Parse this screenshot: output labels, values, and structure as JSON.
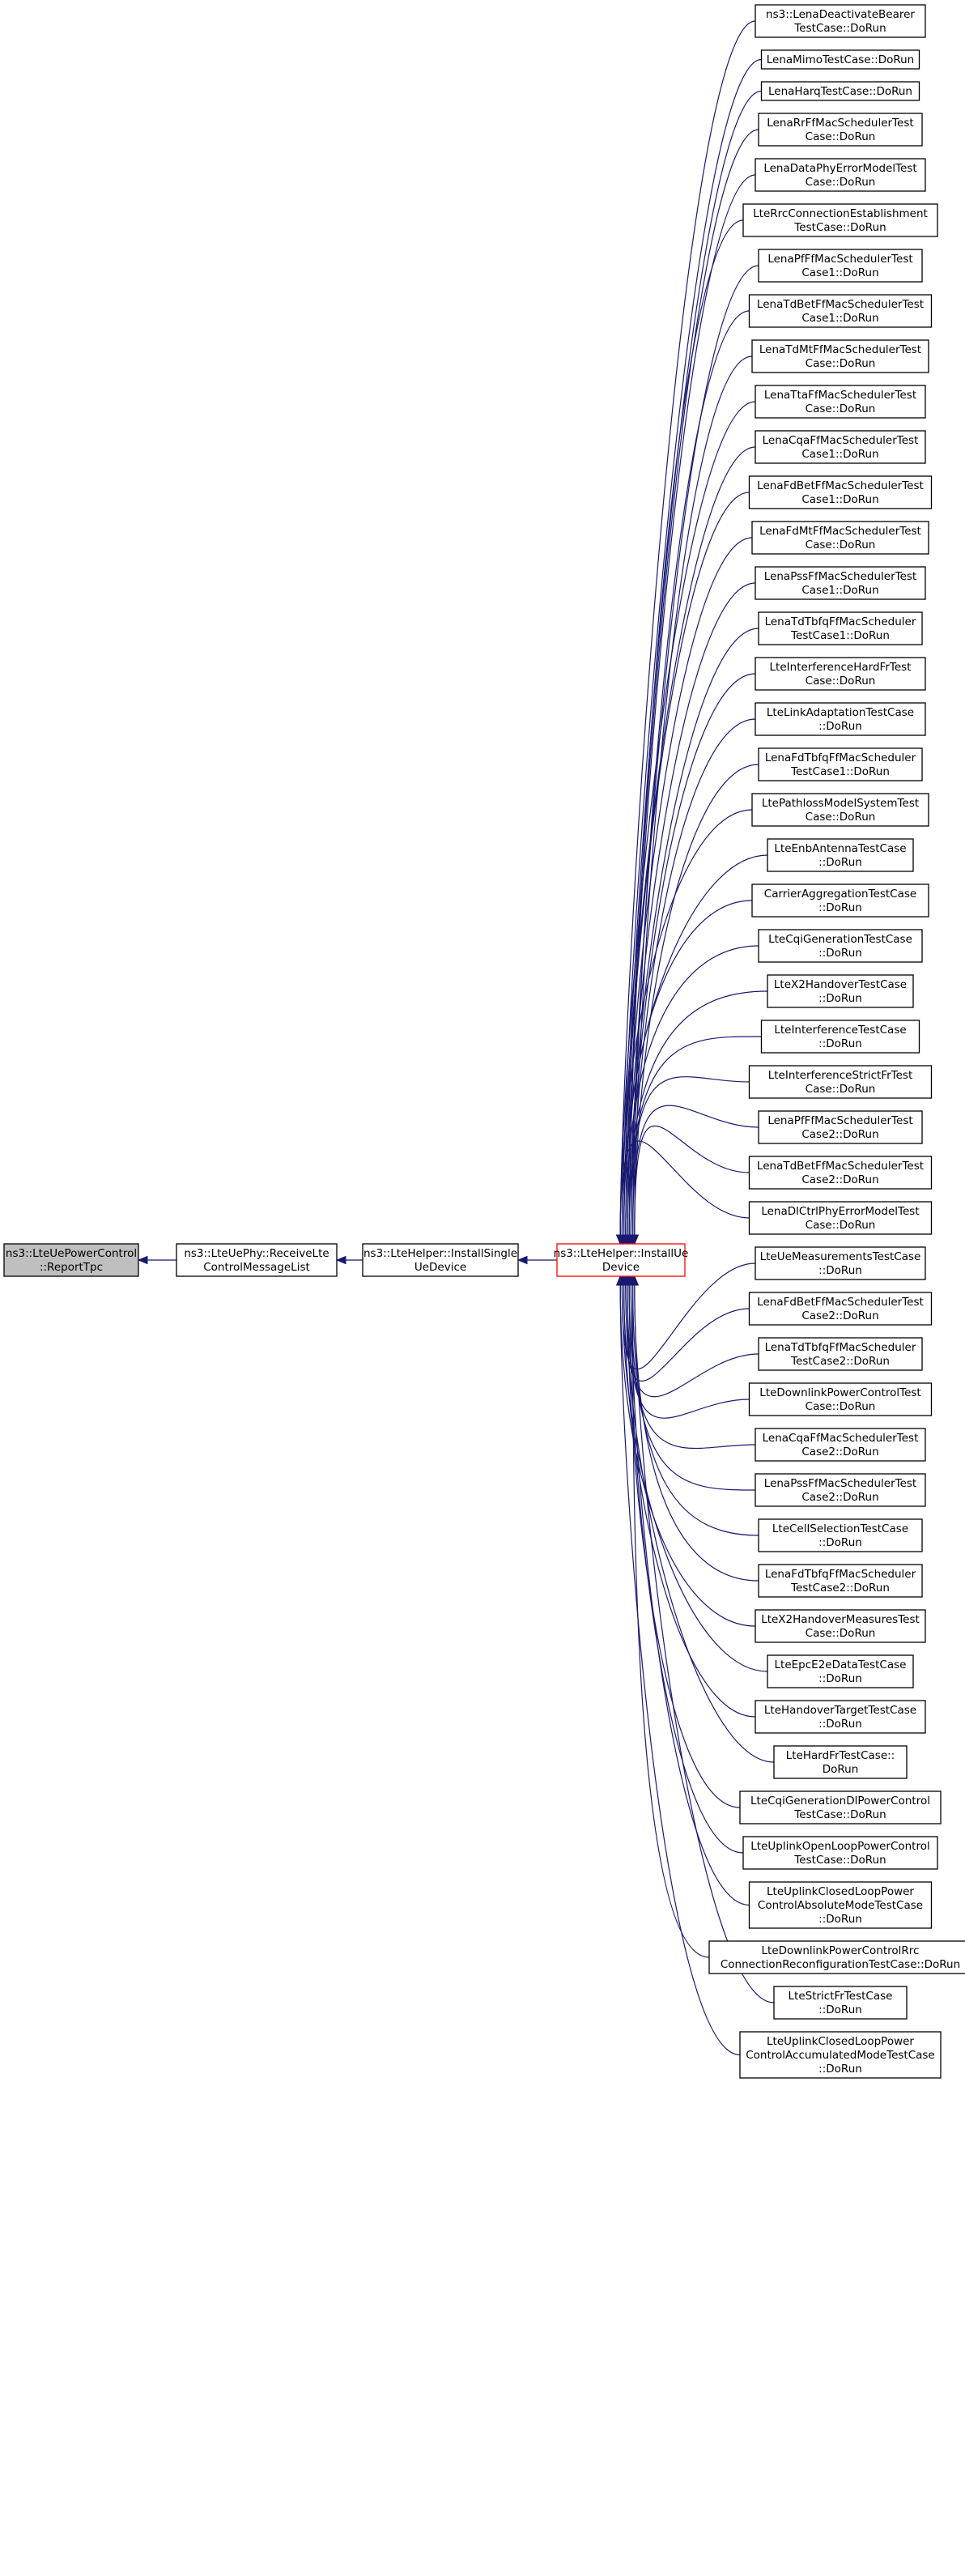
{
  "graph": {
    "colors": {
      "edge": "#191970",
      "root_fill": "#bfbfbf",
      "focus_border": "#ff0000",
      "node_border": "#000000"
    },
    "chain": [
      {
        "id": "report-tpc",
        "lines": [
          "ns3::LteUePowerControl",
          "::ReportTpc"
        ],
        "kind": "root"
      },
      {
        "id": "receive-lte-control-message-list",
        "lines": [
          "ns3::LteUePhy::ReceiveLte",
          "ControlMessageList"
        ],
        "kind": "normal"
      },
      {
        "id": "install-single-ue-device",
        "lines": [
          "ns3::LteHelper::InstallSingle",
          "UeDevice"
        ],
        "kind": "normal"
      },
      {
        "id": "install-ue-device",
        "lines": [
          "ns3::LteHelper::InstallUe",
          "Device"
        ],
        "kind": "focus"
      }
    ],
    "callers": [
      {
        "lines": [
          "ns3::LenaDeactivateBearer",
          "TestCase::DoRun"
        ]
      },
      {
        "lines": [
          "LenaMimoTestCase::DoRun"
        ]
      },
      {
        "lines": [
          "LenaHarqTestCase::DoRun"
        ]
      },
      {
        "lines": [
          "LenaRrFfMacSchedulerTest",
          "Case::DoRun"
        ]
      },
      {
        "lines": [
          "LenaDataPhyErrorModelTest",
          "Case::DoRun"
        ]
      },
      {
        "lines": [
          "LteRrcConnectionEstablishment",
          "TestCase::DoRun"
        ]
      },
      {
        "lines": [
          "LenaPfFfMacSchedulerTest",
          "Case1::DoRun"
        ]
      },
      {
        "lines": [
          "LenaTdBetFfMacSchedulerTest",
          "Case1::DoRun"
        ]
      },
      {
        "lines": [
          "LenaTdMtFfMacSchedulerTest",
          "Case::DoRun"
        ]
      },
      {
        "lines": [
          "LenaTtaFfMacSchedulerTest",
          "Case::DoRun"
        ]
      },
      {
        "lines": [
          "LenaCqaFfMacSchedulerTest",
          "Case1::DoRun"
        ]
      },
      {
        "lines": [
          "LenaFdBetFfMacSchedulerTest",
          "Case1::DoRun"
        ]
      },
      {
        "lines": [
          "LenaFdMtFfMacSchedulerTest",
          "Case::DoRun"
        ]
      },
      {
        "lines": [
          "LenaPssFfMacSchedulerTest",
          "Case1::DoRun"
        ]
      },
      {
        "lines": [
          "LenaTdTbfqFfMacScheduler",
          "TestCase1::DoRun"
        ]
      },
      {
        "lines": [
          "LteInterferenceHardFrTest",
          "Case::DoRun"
        ]
      },
      {
        "lines": [
          "LteLinkAdaptationTestCase",
          "::DoRun"
        ]
      },
      {
        "lines": [
          "LenaFdTbfqFfMacScheduler",
          "TestCase1::DoRun"
        ]
      },
      {
        "lines": [
          "LtePathlossModelSystemTest",
          "Case::DoRun"
        ]
      },
      {
        "lines": [
          "LteEnbAntennaTestCase",
          "::DoRun"
        ]
      },
      {
        "lines": [
          "CarrierAggregationTestCase",
          "::DoRun"
        ]
      },
      {
        "lines": [
          "LteCqiGenerationTestCase",
          "::DoRun"
        ]
      },
      {
        "lines": [
          "LteX2HandoverTestCase",
          "::DoRun"
        ]
      },
      {
        "lines": [
          "LteInterferenceTestCase",
          "::DoRun"
        ]
      },
      {
        "lines": [
          "LteInterferenceStrictFrTest",
          "Case::DoRun"
        ]
      },
      {
        "lines": [
          "LenaPfFfMacSchedulerTest",
          "Case2::DoRun"
        ]
      },
      {
        "lines": [
          "LenaTdBetFfMacSchedulerTest",
          "Case2::DoRun"
        ]
      },
      {
        "lines": [
          "LenaDlCtrlPhyErrorModelTest",
          "Case::DoRun"
        ]
      },
      {
        "lines": [
          "LteUeMeasurementsTestCase",
          "::DoRun"
        ]
      },
      {
        "lines": [
          "LenaFdBetFfMacSchedulerTest",
          "Case2::DoRun"
        ]
      },
      {
        "lines": [
          "LenaTdTbfqFfMacScheduler",
          "TestCase2::DoRun"
        ]
      },
      {
        "lines": [
          "LteDownlinkPowerControlTest",
          "Case::DoRun"
        ]
      },
      {
        "lines": [
          "LenaCqaFfMacSchedulerTest",
          "Case2::DoRun"
        ]
      },
      {
        "lines": [
          "LenaPssFfMacSchedulerTest",
          "Case2::DoRun"
        ]
      },
      {
        "lines": [
          "LteCellSelectionTestCase",
          "::DoRun"
        ]
      },
      {
        "lines": [
          "LenaFdTbfqFfMacScheduler",
          "TestCase2::DoRun"
        ]
      },
      {
        "lines": [
          "LteX2HandoverMeasuresTest",
          "Case::DoRun"
        ]
      },
      {
        "lines": [
          "LteEpcE2eDataTestCase",
          "::DoRun"
        ]
      },
      {
        "lines": [
          "LteHandoverTargetTestCase",
          "::DoRun"
        ]
      },
      {
        "lines": [
          "LteHardFrTestCase::",
          "DoRun"
        ]
      },
      {
        "lines": [
          "LteCqiGenerationDlPowerControl",
          "TestCase::DoRun"
        ]
      },
      {
        "lines": [
          "LteUplinkOpenLoopPowerControl",
          "TestCase::DoRun"
        ]
      },
      {
        "lines": [
          "LteUplinkClosedLoopPower",
          "ControlAbsoluteModeTestCase",
          "::DoRun"
        ]
      },
      {
        "lines": [
          "LteDownlinkPowerControlRrc",
          "ConnectionReconfigurationTestCase::DoRun"
        ]
      },
      {
        "lines": [
          "LteStrictFrTestCase",
          "::DoRun"
        ]
      },
      {
        "lines": [
          "LteUplinkClosedLoopPower",
          "ControlAccumulatedModeTestCase",
          "::DoRun"
        ]
      }
    ]
  }
}
